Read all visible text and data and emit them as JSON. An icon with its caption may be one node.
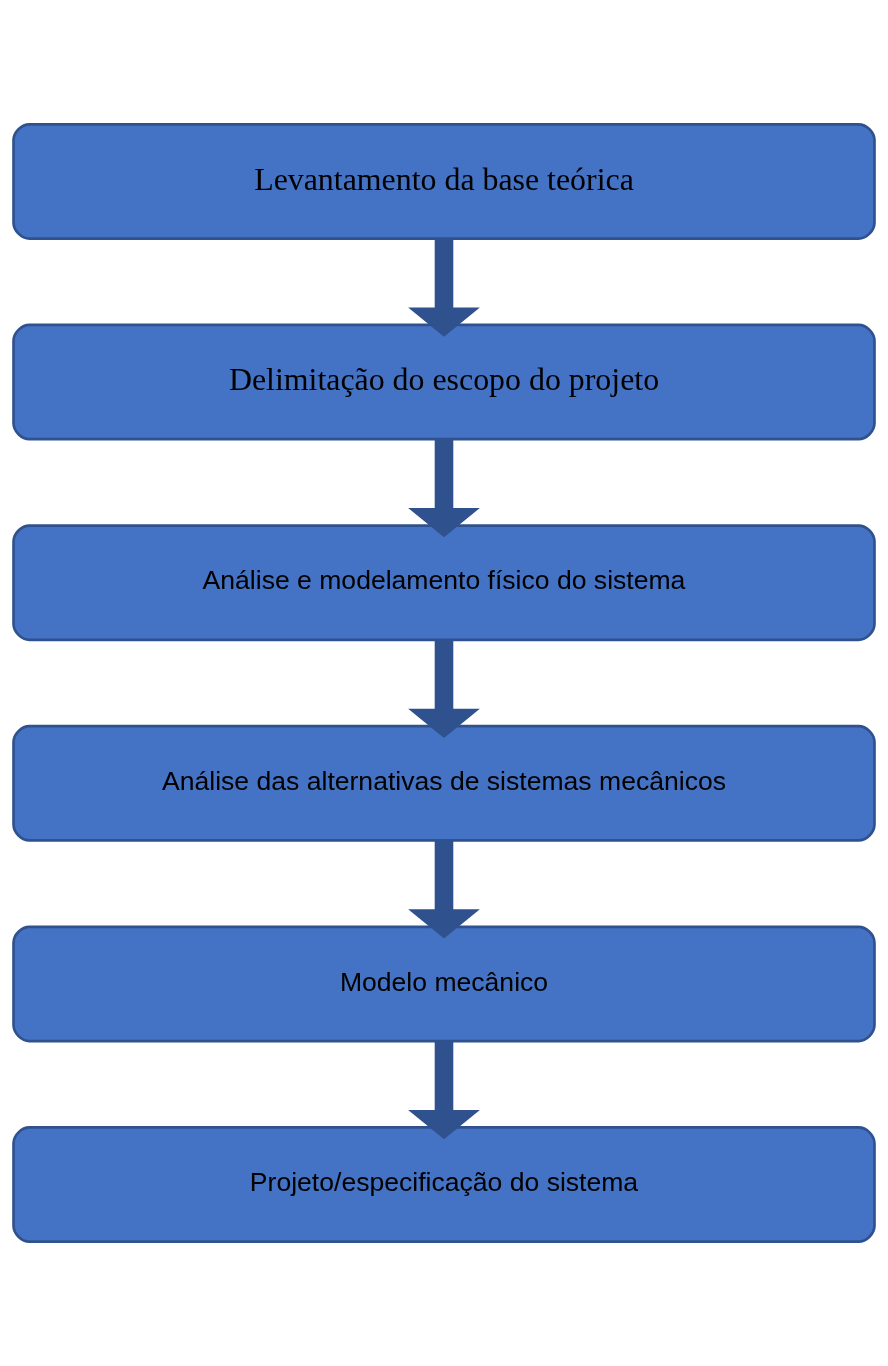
{
  "diagram": {
    "nodes": [
      {
        "text": [
          "Levantamento da base teórica"
        ]
      },
      {
        "text": [
          "Delimitação do escopo do projeto"
        ]
      },
      {
        "text": [
          "Análise e modelamento físico do sistema"
        ]
      },
      {
        "text": [
          "Análise das alternativas de sistemas mecânicos"
        ]
      },
      {
        "text": [
          "Modelo mecânico"
        ]
      },
      {
        "text": [
          "Projeto/especificação do sistema"
        ]
      }
    ],
    "edges": [
      {
        "from": 0,
        "to": 1,
        "arrow": "to"
      },
      {
        "from": 1,
        "to": 2,
        "arrow": "to"
      },
      {
        "from": 2,
        "to": 3,
        "arrow": "to"
      },
      {
        "from": 3,
        "to": 4,
        "arrow": "to"
      },
      {
        "from": 4,
        "to": 5,
        "arrow": "to"
      }
    ]
  }
}
